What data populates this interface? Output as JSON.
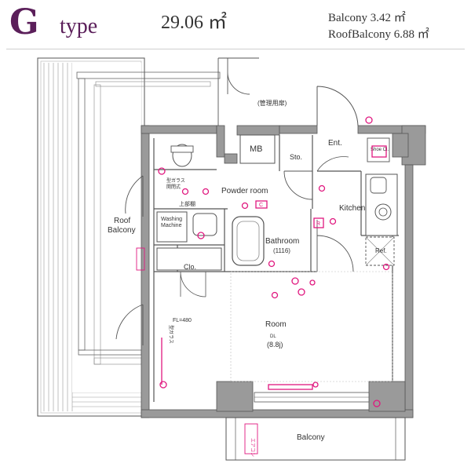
{
  "header": {
    "type_letter": "G",
    "type_word": "type",
    "area": "29.06 ㎡",
    "balcony": "Balcony 3.42 ㎡",
    "roof_balcony": "RoofBalcony 6.88 ㎡"
  },
  "rooms": {
    "mb": "MB",
    "sto": "Sto.",
    "ent": "Ent.",
    "shoe": "Shoe Cl.",
    "powder_room": "Powder room",
    "kitchen": "Kitchen",
    "washing_machine_1": "Washing",
    "washing_machine_2": "Machine",
    "bathroom": "Bathroom",
    "bathroom_size": "(1116)",
    "ref": "Ref.",
    "clo": "Clo.",
    "room": "Room",
    "room_floor": "DL",
    "room_size": "(8.8j)",
    "roof_balcony_1": "Roof",
    "roof_balcony_2": "Balcony",
    "balcony": "Balcony",
    "fl": "FL=480",
    "kanri": "(管理用扉)",
    "shelf": "上部棚",
    "glass1": "型ガラス",
    "glass2": "開閉式",
    "glass3": "型ガラス",
    "c_mark": "C",
    "r_mark": "R",
    "ac": "エアコン"
  },
  "colors": {
    "brand": "#5b1f5a",
    "outlet": "#e0187f",
    "wall": "#9a9a9a"
  }
}
